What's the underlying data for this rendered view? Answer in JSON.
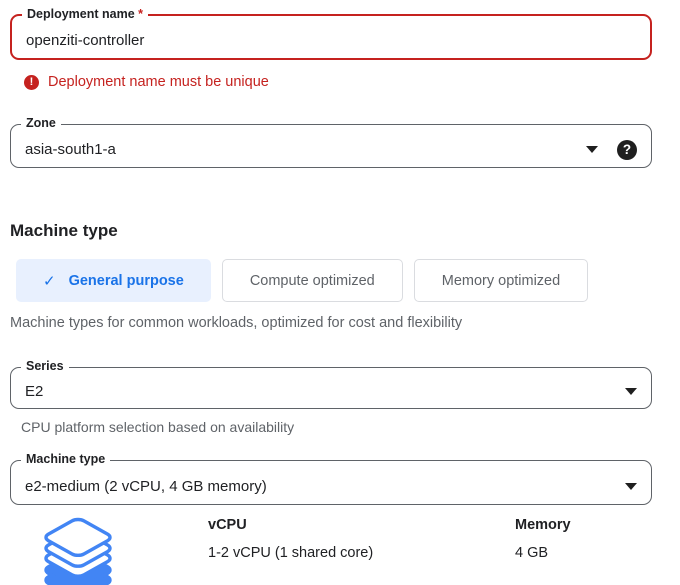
{
  "colors": {
    "error_red": "#c5221f",
    "field_border": "#5f6368",
    "text_primary": "#202124",
    "text_secondary": "#5f6368",
    "tab_selected_bg": "#e8f0fe",
    "tab_selected_text": "#1a73e8",
    "icon_blue": "#4285f4"
  },
  "deployment_field": {
    "label": "Deployment name",
    "required_marker": "*",
    "value": "openziti-controller",
    "error_icon": "!",
    "error_message": "Deployment name must be unique"
  },
  "zone_field": {
    "label": "Zone",
    "value": "asia-south1-a",
    "help_icon": "?"
  },
  "machine_type_section": {
    "heading": "Machine type",
    "tabs": [
      {
        "label": "General purpose",
        "selected": true,
        "check_icon": "✓"
      },
      {
        "label": "Compute optimized",
        "selected": false
      },
      {
        "label": "Memory optimized",
        "selected": false
      }
    ],
    "description": "Machine types for common workloads, optimized for cost and flexibility"
  },
  "series_field": {
    "label": "Series",
    "value": "E2",
    "helper_text": "CPU platform selection based on availability"
  },
  "machine_type_field": {
    "label": "Machine type",
    "value": "e2-medium (2 vCPU, 4 GB memory)"
  },
  "specs": {
    "columns": [
      {
        "header": "vCPU",
        "value": "1-2 vCPU (1 shared core)"
      },
      {
        "header": "Memory",
        "value": "4 GB"
      }
    ]
  }
}
